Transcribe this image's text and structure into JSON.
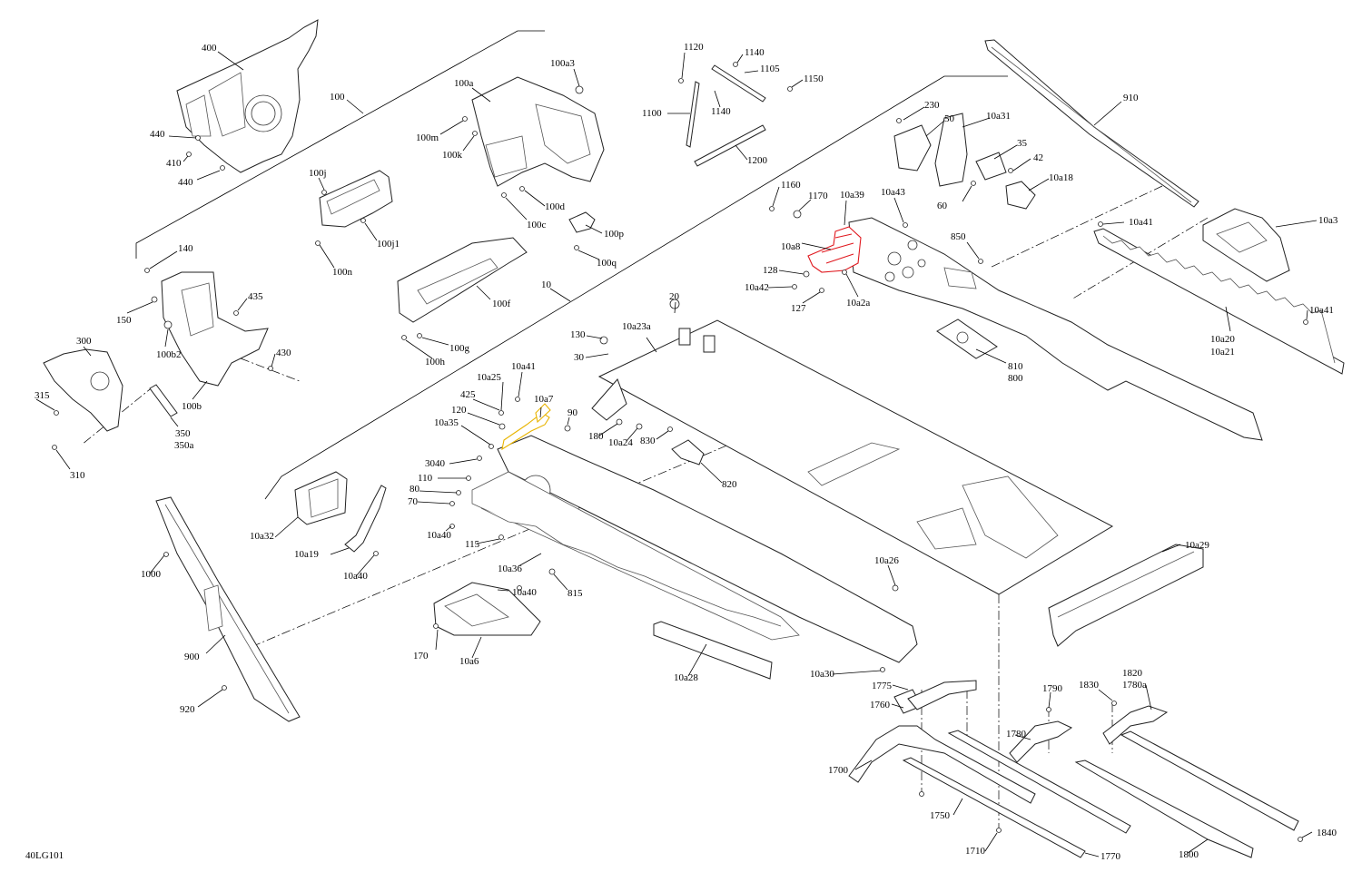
{
  "diagram_id": "40LG101",
  "highlight_colors": {
    "primary": "#e0191f",
    "secondary": "#e8b400"
  },
  "callouts": [
    {
      "label": "400"
    },
    {
      "label": "100"
    },
    {
      "label": "440"
    },
    {
      "label": "410"
    },
    {
      "label": "440"
    },
    {
      "label": "100a3"
    },
    {
      "label": "100a"
    },
    {
      "label": "100m"
    },
    {
      "label": "100k"
    },
    {
      "label": "100d"
    },
    {
      "label": "100c"
    },
    {
      "label": "100p"
    },
    {
      "label": "100q"
    },
    {
      "label": "100j"
    },
    {
      "label": "100j1"
    },
    {
      "label": "100n"
    },
    {
      "label": "100f"
    },
    {
      "label": "100g"
    },
    {
      "label": "100h"
    },
    {
      "label": "1120"
    },
    {
      "label": "1140"
    },
    {
      "label": "1105"
    },
    {
      "label": "1150"
    },
    {
      "label": "1100"
    },
    {
      "label": "1140"
    },
    {
      "label": "1200"
    },
    {
      "label": "910"
    },
    {
      "label": "230"
    },
    {
      "label": "50"
    },
    {
      "label": "10a31"
    },
    {
      "label": "35"
    },
    {
      "label": "42"
    },
    {
      "label": "10a18"
    },
    {
      "label": "60"
    },
    {
      "label": "1160"
    },
    {
      "label": "1170"
    },
    {
      "label": "10a39"
    },
    {
      "label": "10a43"
    },
    {
      "label": "10a8"
    },
    {
      "label": "850"
    },
    {
      "label": "10a41"
    },
    {
      "label": "10a3"
    },
    {
      "label": "128"
    },
    {
      "label": "10a42"
    },
    {
      "label": "127"
    },
    {
      "label": "10a2a"
    },
    {
      "label": "10a41"
    },
    {
      "label": "10a20"
    },
    {
      "label": "10a21"
    },
    {
      "label": "810"
    },
    {
      "label": "800"
    },
    {
      "label": "10"
    },
    {
      "label": "20"
    },
    {
      "label": "10a23a"
    },
    {
      "label": "130"
    },
    {
      "label": "30"
    },
    {
      "label": "140"
    },
    {
      "label": "150"
    },
    {
      "label": "435"
    },
    {
      "label": "100b2"
    },
    {
      "label": "300"
    },
    {
      "label": "430"
    },
    {
      "label": "315"
    },
    {
      "label": "100b"
    },
    {
      "label": "350"
    },
    {
      "label": "350a"
    },
    {
      "label": "310"
    },
    {
      "label": "10a25"
    },
    {
      "label": "10a41"
    },
    {
      "label": "425"
    },
    {
      "label": "10a7"
    },
    {
      "label": "120"
    },
    {
      "label": "90"
    },
    {
      "label": "10a35"
    },
    {
      "label": "180"
    },
    {
      "label": "10a24"
    },
    {
      "label": "830"
    },
    {
      "label": "3040"
    },
    {
      "label": "110"
    },
    {
      "label": "80"
    },
    {
      "label": "70"
    },
    {
      "label": "820"
    },
    {
      "label": "10a40"
    },
    {
      "label": "10a32"
    },
    {
      "label": "115"
    },
    {
      "label": "10a19"
    },
    {
      "label": "10a40"
    },
    {
      "label": "10a36"
    },
    {
      "label": "1000"
    },
    {
      "label": "815"
    },
    {
      "label": "10a40"
    },
    {
      "label": "10a29"
    },
    {
      "label": "10a26"
    },
    {
      "label": "170"
    },
    {
      "label": "10a6"
    },
    {
      "label": "900"
    },
    {
      "label": "10a28"
    },
    {
      "label": "10a30"
    },
    {
      "label": "920"
    },
    {
      "label": "1775"
    },
    {
      "label": "1760"
    },
    {
      "label": "1790"
    },
    {
      "label": "1830"
    },
    {
      "label": "1820"
    },
    {
      "label": "1780a"
    },
    {
      "label": "1780"
    },
    {
      "label": "1700"
    },
    {
      "label": "1750"
    },
    {
      "label": "1710"
    },
    {
      "label": "1770"
    },
    {
      "label": "1800"
    },
    {
      "label": "1840"
    }
  ]
}
